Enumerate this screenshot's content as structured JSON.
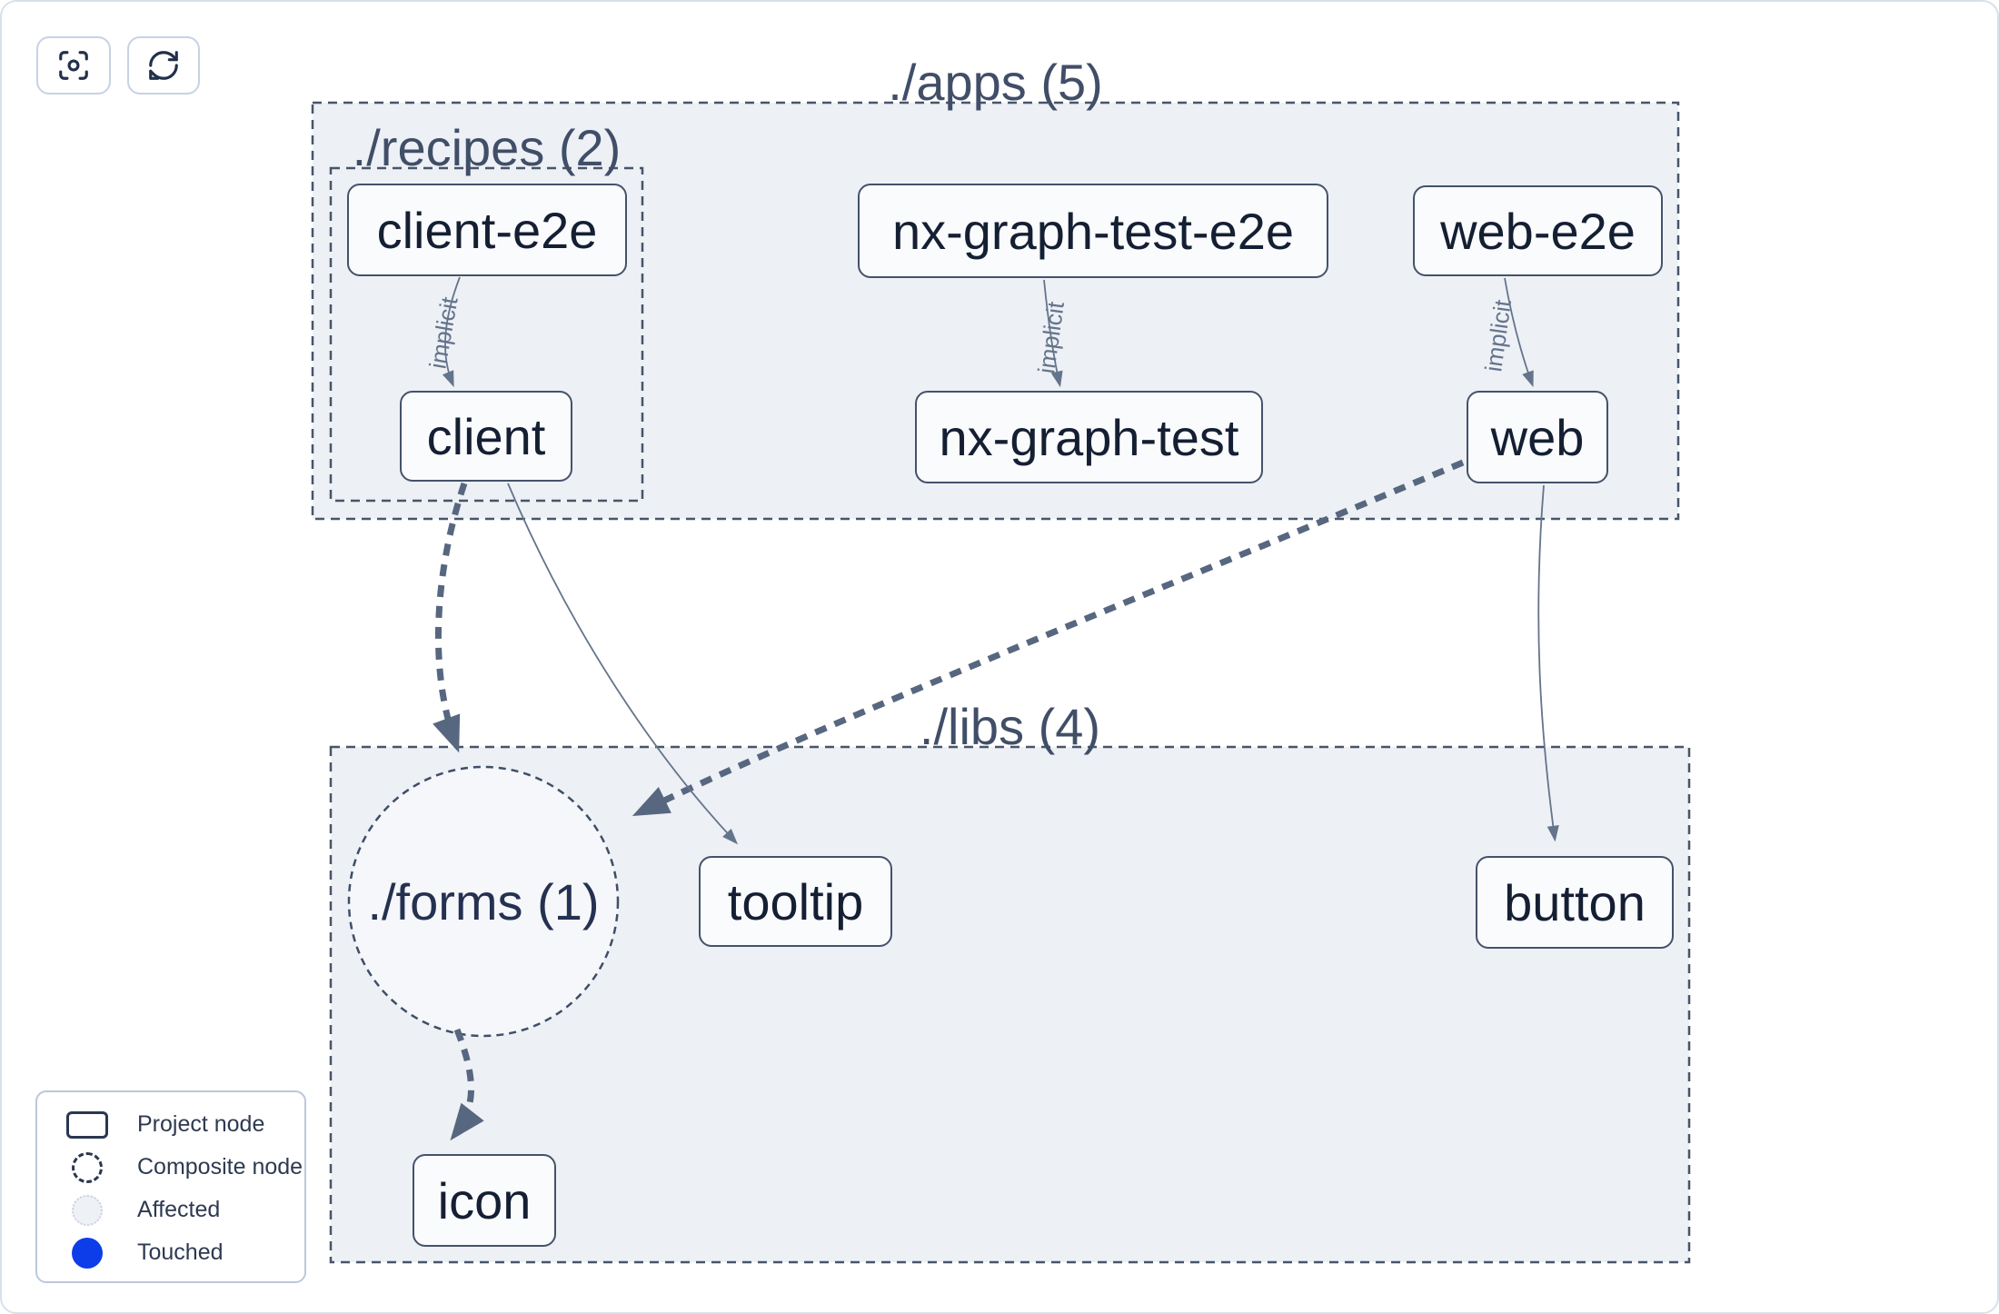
{
  "toolbar": {
    "focus_button": {
      "icon": "focus-center-icon"
    },
    "refresh_button": {
      "icon": "refresh-icon"
    }
  },
  "graph": {
    "containers": [
      {
        "id": "apps",
        "label": "./apps (5)"
      },
      {
        "id": "recipes",
        "label": "./recipes (2)"
      },
      {
        "id": "libs",
        "label": "./libs (4)"
      }
    ],
    "composite_nodes": [
      {
        "id": "forms",
        "label": "./forms (1)"
      }
    ],
    "nodes": [
      {
        "id": "client-e2e",
        "label": "client-e2e"
      },
      {
        "id": "client",
        "label": "client"
      },
      {
        "id": "nx-graph-test-e2e",
        "label": "nx-graph-test-e2e"
      },
      {
        "id": "nx-graph-test",
        "label": "nx-graph-test"
      },
      {
        "id": "web-e2e",
        "label": "web-e2e"
      },
      {
        "id": "web",
        "label": "web"
      },
      {
        "id": "tooltip",
        "label": "tooltip"
      },
      {
        "id": "button",
        "label": "button"
      },
      {
        "id": "icon",
        "label": "icon"
      }
    ],
    "edges": [
      {
        "from": "client-e2e",
        "to": "client",
        "label": "implicit",
        "type": "implicit"
      },
      {
        "from": "nx-graph-test-e2e",
        "to": "nx-graph-test",
        "label": "implicit",
        "type": "implicit"
      },
      {
        "from": "web-e2e",
        "to": "web",
        "label": "implicit",
        "type": "implicit"
      },
      {
        "from": "client",
        "to": "./forms (1)",
        "type": "dashed-thick"
      },
      {
        "from": "client",
        "to": "tooltip",
        "type": "direct"
      },
      {
        "from": "web",
        "to": "./forms (1)",
        "type": "dashed-thick"
      },
      {
        "from": "web",
        "to": "button",
        "type": "direct"
      },
      {
        "from": "./forms (1)",
        "to": "icon",
        "type": "dashed-thick"
      }
    ]
  },
  "legend": {
    "items": [
      {
        "label": "Project node",
        "symbol": "project-rect"
      },
      {
        "label": "Composite node",
        "symbol": "composite-dashed-circle"
      },
      {
        "label": "Affected",
        "symbol": "affected-circle"
      },
      {
        "label": "Touched",
        "symbol": "touched-circle"
      }
    ]
  },
  "colors": {
    "touched_blue": "#0d3de8",
    "container_fill": "#edf0f5",
    "container_border": "#475569",
    "node_border": "#44526b",
    "edge_thin": "#64748b",
    "edge_thick": "#57677f"
  }
}
